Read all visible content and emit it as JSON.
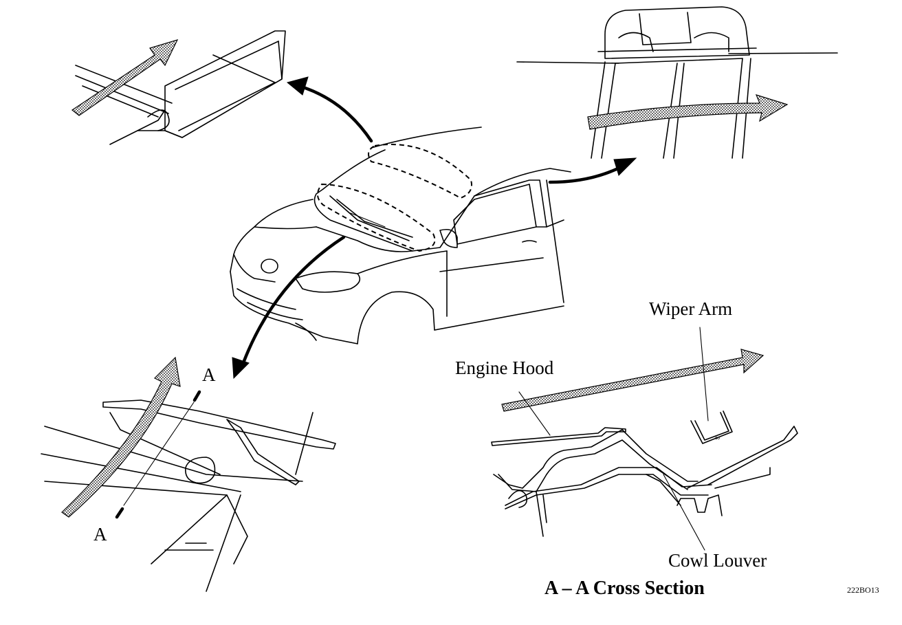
{
  "labels": {
    "wiper_arm": "Wiper Arm",
    "engine_hood": "Engine Hood",
    "cowl_louver": "Cowl Louver",
    "section_title": "A – A Cross Section",
    "section_mark_top": "A",
    "section_mark_bottom": "A",
    "figure_code": "222BO13"
  },
  "colors": {
    "line": "#000000",
    "background": "#ffffff",
    "arrow_hatch": "#000000"
  }
}
